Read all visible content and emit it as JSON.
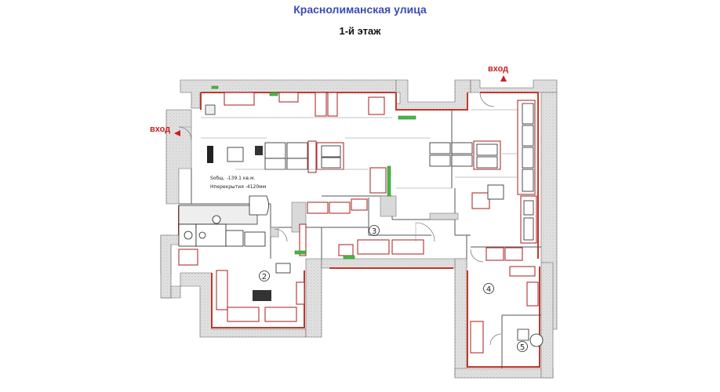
{
  "header": {
    "street": "Краснолиманская улица",
    "floor": "1-й этаж"
  },
  "entrances": {
    "left": "вход",
    "right": "вход"
  },
  "area_note": {
    "area": "Sобщ. -139.1 кв.м.",
    "ceiling": "Hперекрытия -4120мм"
  },
  "rooms": {
    "room2": "2",
    "room3": "3",
    "room4": "4",
    "room5": "5"
  },
  "colors": {
    "entry_red": "#cc1f1f",
    "title_blue": "#3a4bb8",
    "accent_green": "#49b649"
  }
}
